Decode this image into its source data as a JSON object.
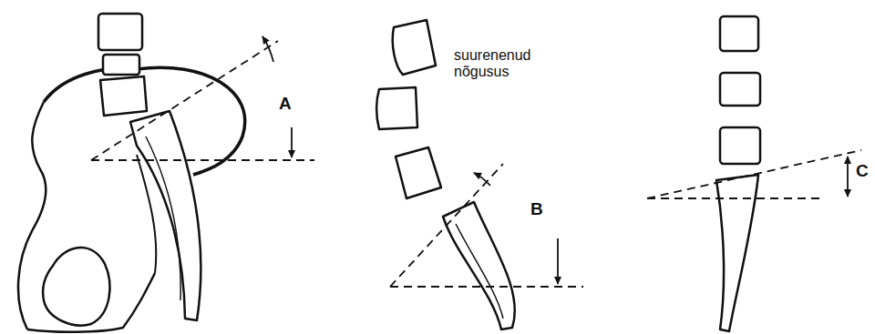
{
  "diagram": {
    "labels": [
      "A",
      "suurenenud nõgusus",
      "B",
      "C"
    ]
  }
}
